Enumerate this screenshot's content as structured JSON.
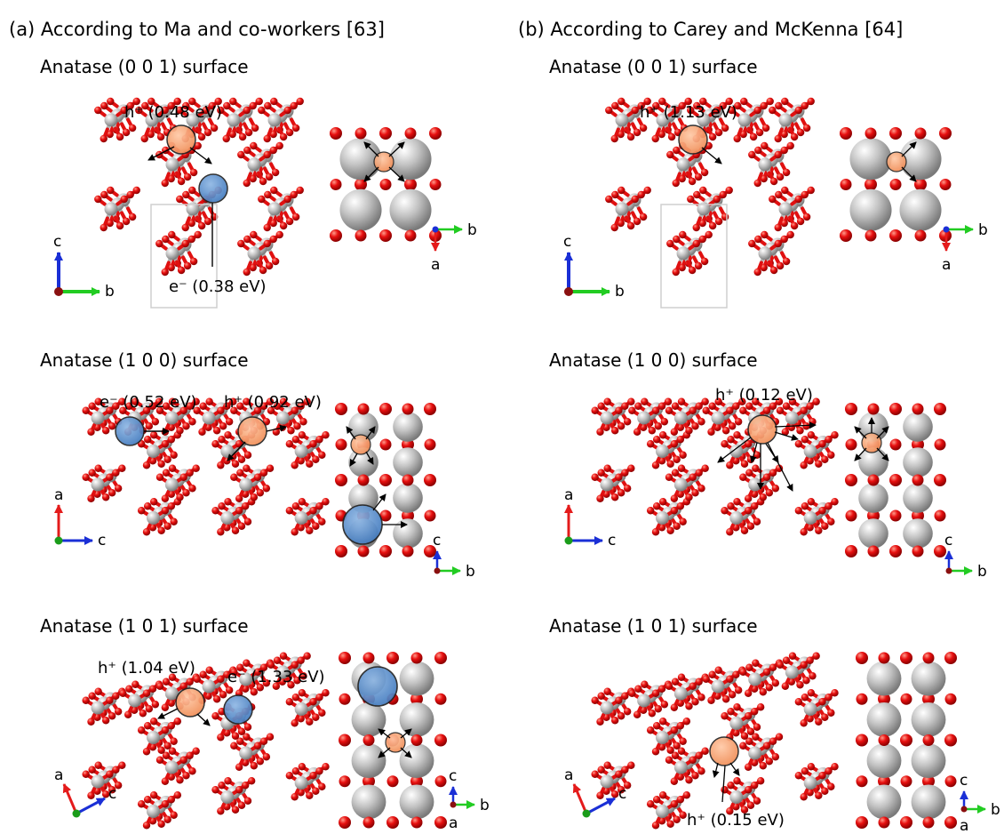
{
  "columns": [
    {
      "title": "(a) According to Ma and co-workers [63]"
    },
    {
      "title": "(b) According to Carey and McKenna [64]"
    }
  ],
  "panels": [
    {
      "id": "a-001",
      "surface": "Anatase (0 0 1) surface",
      "labels": [
        "h⁺ (0.48 eV)",
        "e⁻ (0.38 eV)"
      ],
      "side_axes": [
        "c",
        "b"
      ],
      "top_axes": [
        "b",
        "a"
      ]
    },
    {
      "id": "b-001",
      "surface": "Anatase (0 0 1) surface",
      "labels": [
        "h⁺ (1.13 eV)"
      ],
      "side_axes": [
        "c",
        "b"
      ],
      "top_axes": [
        "b",
        "a"
      ]
    },
    {
      "id": "a-100",
      "surface": "Anatase (1 0 0) surface",
      "labels": [
        "e⁻ (0.52 eV)",
        "h⁺ (0.92 eV)"
      ],
      "side_axes": [
        "a",
        "c"
      ],
      "top_axes": [
        "c",
        "b"
      ]
    },
    {
      "id": "b-100",
      "surface": "Anatase (1 0 0) surface",
      "labels": [
        "h⁺ (0.12 eV)"
      ],
      "side_axes": [
        "a",
        "c"
      ],
      "top_axes": [
        "c",
        "b"
      ]
    },
    {
      "id": "a-101",
      "surface": "Anatase (1 0 1) surface",
      "labels": [
        "h⁺ (1.04 eV)",
        "e⁻ (1.33 eV)"
      ],
      "side_axes": [
        "a",
        "c"
      ],
      "top_axes": [
        "c",
        "b",
        "a"
      ]
    },
    {
      "id": "b-101",
      "surface": "Anatase (1 0 1) surface",
      "labels": [
        "h⁺ (0.15 eV)"
      ],
      "side_axes": [
        "a",
        "c"
      ],
      "top_axes": [
        "c",
        "b",
        "a"
      ]
    }
  ],
  "colors": {
    "oxygen": "#e81010",
    "titanium": "#b9b9b9",
    "hole": "#f29a68",
    "electron": "#4f86c6",
    "axis_a": "#e41b1b",
    "axis_b": "#22cc22",
    "axis_c": "#1a2fd6"
  }
}
